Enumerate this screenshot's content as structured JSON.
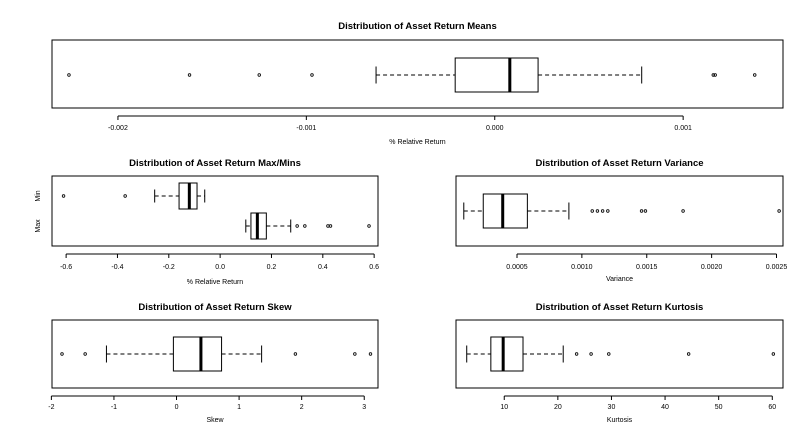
{
  "chart_data": [
    {
      "type": "boxplot",
      "title": "Distribution of Asset Return Means",
      "xlabel": "% Relative Return",
      "xlim": [
        -0.00235,
        0.00153
      ],
      "xticks": [
        -0.002,
        -0.001,
        0.0,
        0.001
      ],
      "xtick_labels": [
        "-0.002",
        "-0.001",
        "0.000",
        "0.001"
      ],
      "boxes": [
        {
          "name": "",
          "whisker_low": -0.00063,
          "q1": -0.00021,
          "median": 8e-05,
          "q3": 0.00023,
          "whisker_high": 0.00078,
          "outliers": [
            -0.00226,
            -0.00162,
            -0.00125,
            -0.00097,
            0.00116,
            0.00117,
            0.00138
          ]
        }
      ]
    },
    {
      "type": "boxplot",
      "title": "Distribution of Asset Return Max/Mins",
      "xlabel": "% Relative Return",
      "xlim": [
        -0.655,
        0.615
      ],
      "xticks": [
        -0.6,
        -0.4,
        -0.2,
        0.0,
        0.2,
        0.4,
        0.6
      ],
      "xtick_labels": [
        "-0.6",
        "-0.4",
        "-0.2",
        "0.0",
        "0.2",
        "0.4",
        "0.6"
      ],
      "categories": [
        "Max",
        "Min"
      ],
      "boxes": [
        {
          "name": "Max",
          "whisker_low": 0.1,
          "q1": 0.12,
          "median": 0.145,
          "q3": 0.18,
          "whisker_high": 0.275,
          "outliers": [
            0.3,
            0.33,
            0.42,
            0.43,
            0.58
          ]
        },
        {
          "name": "Min",
          "whisker_low": -0.255,
          "q1": -0.16,
          "median": -0.12,
          "q3": -0.09,
          "whisker_high": -0.06,
          "outliers": [
            -0.61,
            -0.37
          ]
        }
      ]
    },
    {
      "type": "boxplot",
      "title": "Distribution of Asset Return Variance",
      "xlabel": "Variance",
      "xlim": [
        3e-05,
        0.00255
      ],
      "xticks": [
        0.0005,
        0.001,
        0.0015,
        0.002,
        0.0025
      ],
      "xtick_labels": [
        "0.0005",
        "0.0010",
        "0.0015",
        "0.0020",
        "0.0025"
      ],
      "boxes": [
        {
          "name": "",
          "whisker_low": 9e-05,
          "q1": 0.00024,
          "median": 0.00039,
          "q3": 0.00058,
          "whisker_high": 0.0009,
          "outliers": [
            0.00108,
            0.00112,
            0.00116,
            0.0012,
            0.00146,
            0.00149,
            0.00178,
            0.00252
          ]
        }
      ]
    },
    {
      "type": "boxplot",
      "title": "Distribution of Asset Return Skew",
      "xlabel": "Skew",
      "xlim": [
        -1.99,
        3.22
      ],
      "xticks": [
        -2,
        -1,
        0,
        1,
        2,
        3
      ],
      "xtick_labels": [
        "-2",
        "-1",
        "0",
        "1",
        "2",
        "3"
      ],
      "boxes": [
        {
          "name": "",
          "whisker_low": -1.12,
          "q1": -0.05,
          "median": 0.39,
          "q3": 0.72,
          "whisker_high": 1.36,
          "outliers": [
            -1.83,
            -1.46,
            1.9,
            2.85,
            3.1
          ]
        }
      ]
    },
    {
      "type": "boxplot",
      "title": "Distribution of Asset Return Kurtosis",
      "xlabel": "Kurtosis",
      "xlim": [
        1.0,
        62.0
      ],
      "xticks": [
        10,
        20,
        30,
        40,
        50,
        60
      ],
      "xtick_labels": [
        "10",
        "20",
        "30",
        "40",
        "50",
        "60"
      ],
      "boxes": [
        {
          "name": "",
          "whisker_low": 3.0,
          "q1": 7.5,
          "median": 9.8,
          "q3": 13.5,
          "whisker_high": 21.0,
          "outliers": [
            23.5,
            26.2,
            29.5,
            44.4,
            60.2
          ]
        }
      ]
    }
  ]
}
